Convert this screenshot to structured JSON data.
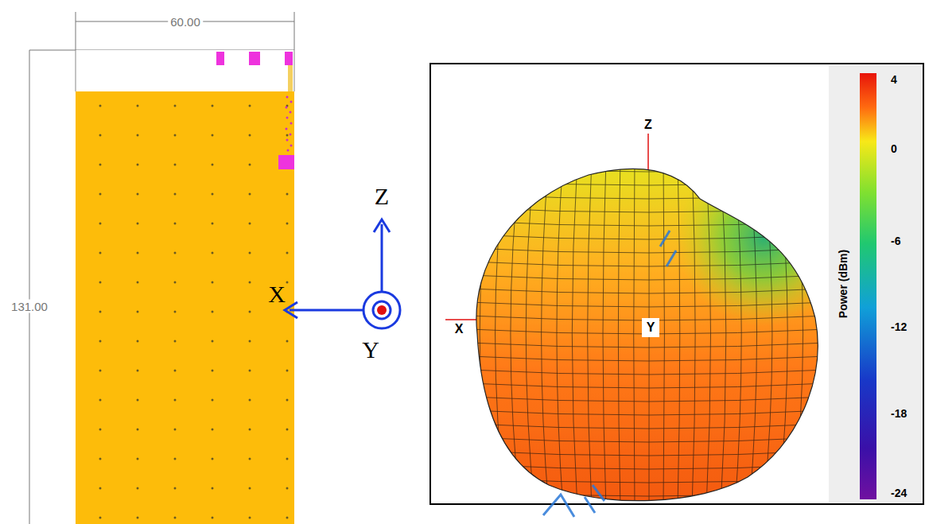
{
  "diagram": {
    "labels": [
      "60.00",
      "131.00",
      "Z",
      "X",
      "Y",
      "Z",
      "X",
      "Y",
      "4",
      "0",
      "-6",
      "-12",
      "-18",
      "-24",
      "Power (dBm)"
    ]
  }
}
